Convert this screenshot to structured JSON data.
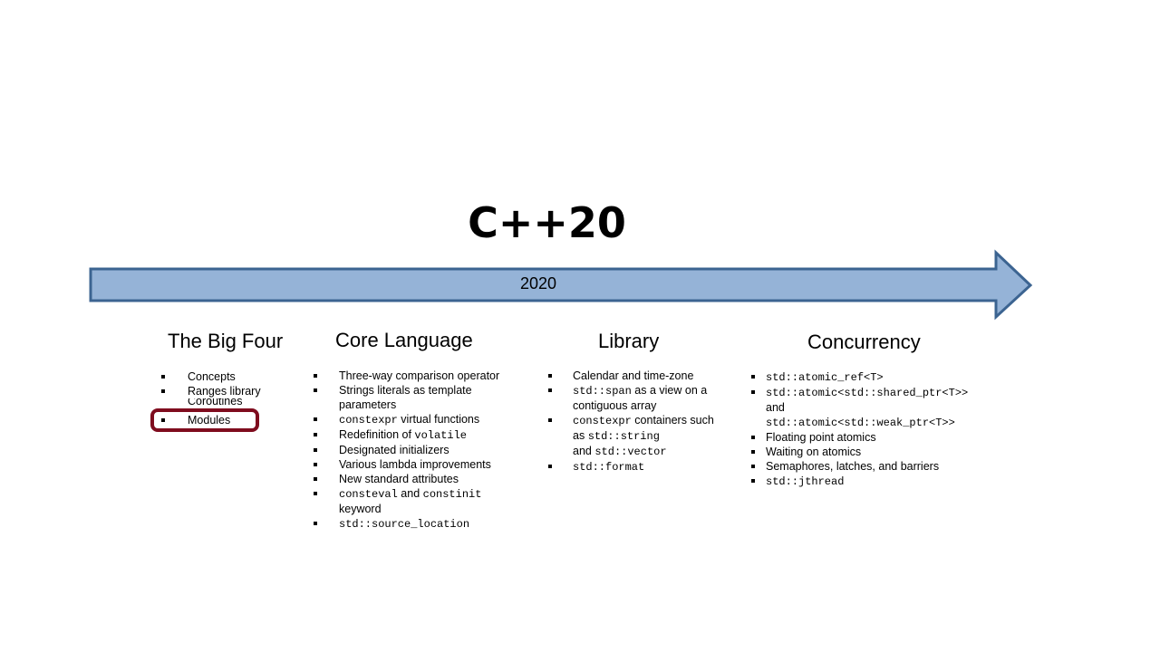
{
  "title": "C++20",
  "timeline": {
    "year": "2020",
    "color": "#95b3d7",
    "border": "#3c6491"
  },
  "columns": [
    {
      "heading": "The Big Four",
      "items": [
        {
          "text": "Concepts"
        },
        {
          "text": "Ranges library"
        },
        {
          "text": "Coroutines"
        },
        {
          "text": "Modules"
        }
      ]
    },
    {
      "heading": "Core Language",
      "items": [
        {
          "text": "Three-way  comparison operator"
        },
        {
          "text": "Strings literals as template parameters"
        },
        {
          "code": "constexpr",
          "text": " virtual  functions"
        },
        {
          "text": "Redefinition  of ",
          "code": "volatile"
        },
        {
          "text": "Designated initializers"
        },
        {
          "text": "Various lambda improvements"
        },
        {
          "text": "New standard attributes"
        },
        {
          "code": "consteval",
          "mid": " and ",
          "code2": "constinit",
          "tail": "keyword"
        },
        {
          "code": "std::source_location"
        }
      ]
    },
    {
      "heading": "Library",
      "items": [
        {
          "text": "Calendar and time-zone"
        },
        {
          "code": "std::span",
          "text": "  as a view on a contiguous array"
        },
        {
          "code": "constexpr",
          "text": " containers such as ",
          "code2": "std::string",
          "mid": " and ",
          "code3": "std::vector"
        },
        {
          "code": "std::format"
        }
      ]
    },
    {
      "heading": "Concurrency",
      "items": [
        {
          "code": "std::atomic_ref<T>"
        },
        {
          "code": "std::atomic<std::shared_ptr<T>>",
          "mid": "and",
          "code2": "std::atomic<std::weak_ptr<T>>"
        },
        {
          "text": "Floating point atomics"
        },
        {
          "text": "Waiting on atomics"
        },
        {
          "text": "Semaphores, latches, and barriers"
        },
        {
          "code": "std::jthread"
        }
      ]
    }
  ],
  "highlight": {
    "item": "Modules",
    "color": "#7f0c1e"
  }
}
